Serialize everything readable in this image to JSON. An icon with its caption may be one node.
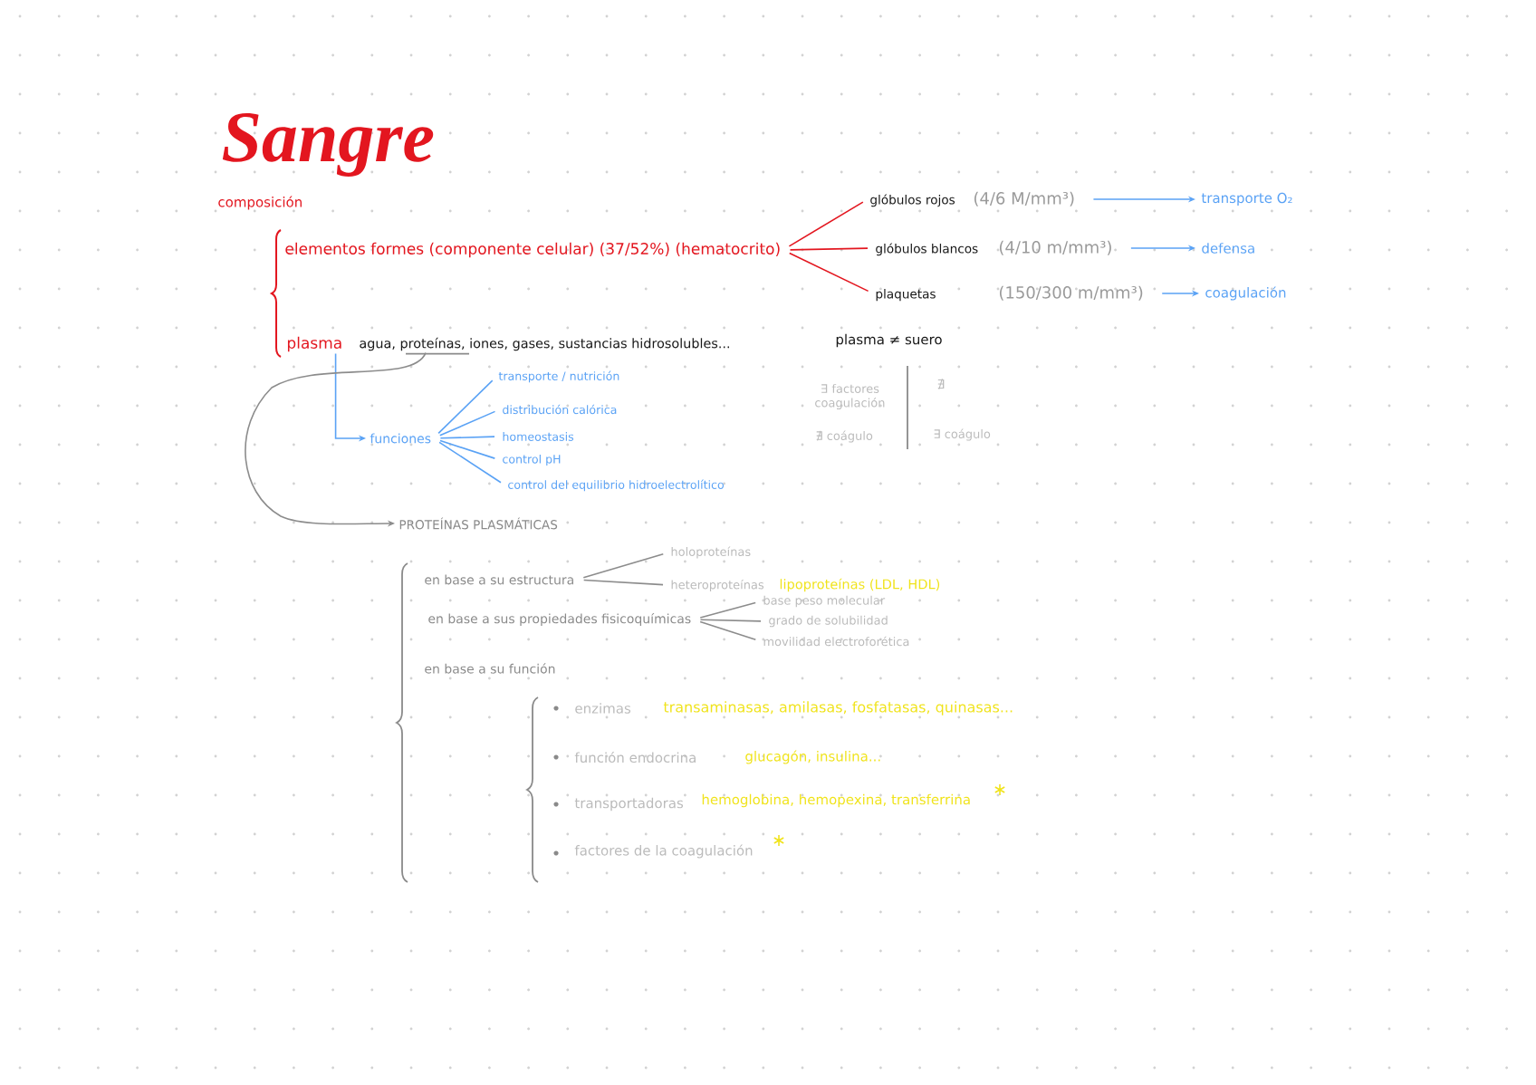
{
  "diagram": {
    "title": "Sangre",
    "nodes": [
      {
        "text": [
          "elementos formes (componente celular) (37/52%) (hematocrito)"
        ]
      },
      {
        "text": [
          "glóbulos rojos"
        ],
        "beside": [
          "(4/6 M/mm³)"
        ]
      },
      {
        "text": [
          "glóbulos blancos"
        ],
        "beside": [
          "(4/10 m/mm³)"
        ]
      },
      {
        "text": [
          "plaquetas"
        ],
        "beside": [
          "(150/300 m/mm³)"
        ]
      },
      {
        "text": [
          "transporte O₂"
        ]
      },
      {
        "text": [
          "defensa"
        ]
      },
      {
        "text": [
          "coagulación"
        ]
      },
      {
        "text": [
          "plasma"
        ]
      },
      {
        "text": [
          "agua, proteínas, iones, gases, sustancias hidrosolubles..."
        ]
      },
      {
        "text": [
          "funciones"
        ]
      },
      {
        "text": [
          "transporte / nutrición"
        ]
      },
      {
        "text": [
          "distribución calórica"
        ]
      },
      {
        "text": [
          "homeostasis"
        ]
      },
      {
        "text": [
          "control pH"
        ]
      },
      {
        "text": [
          "control del equilibrio hidroelectrolítico"
        ]
      },
      {
        "text": [
          "PROTEÍNAS PLASMÁTICAS"
        ]
      },
      {
        "text": [
          "en base a su estructura"
        ]
      },
      {
        "text": [
          "holoproteínas"
        ]
      },
      {
        "text": [
          "heteroproteínas"
        ],
        "beside": [
          "lipoproteínas (LDL, HDL)"
        ]
      },
      {
        "text": [
          "en base a sus propiedades fisicoquímicas"
        ]
      },
      {
        "text": [
          "base peso molecular"
        ]
      },
      {
        "text": [
          "grado de solubilidad"
        ]
      },
      {
        "text": [
          "movilidad electroforética"
        ]
      }
    ],
    "edges": [
      {
        "from": 0,
        "to": 1,
        "arrow": "none",
        "color": "#e3161f"
      },
      {
        "from": 0,
        "to": 2,
        "arrow": "none",
        "color": "#e3161f"
      },
      {
        "from": 0,
        "to": 3,
        "arrow": "none",
        "color": "#e3161f"
      },
      {
        "from": 1,
        "to": 4,
        "arrow": "to"
      },
      {
        "from": 2,
        "to": 5,
        "arrow": "to"
      },
      {
        "from": 3,
        "to": 6,
        "arrow": "to"
      },
      {
        "from": 7,
        "to": 9,
        "arrow": "to"
      },
      {
        "from": 8,
        "to": 15,
        "arrow": "to",
        "color": "#8c8c8c"
      },
      {
        "from": 9,
        "to": 10,
        "arrow": "none"
      },
      {
        "from": 9,
        "to": 11,
        "arrow": "none"
      },
      {
        "from": 9,
        "to": 12,
        "arrow": "none"
      },
      {
        "from": 9,
        "to": 13,
        "arrow": "none"
      },
      {
        "from": 9,
        "to": 14,
        "arrow": "none"
      },
      {
        "from": 16,
        "to": 17,
        "arrow": "none",
        "color": "#8c8c8c"
      },
      {
        "from": 16,
        "to": 18,
        "arrow": "none",
        "color": "#8c8c8c"
      },
      {
        "from": 19,
        "to": 20,
        "arrow": "none",
        "color": "#8c8c8c"
      },
      {
        "from": 19,
        "to": 21,
        "arrow": "none",
        "color": "#8c8c8c"
      },
      {
        "from": 19,
        "to": 22,
        "arrow": "none",
        "color": "#8c8c8c"
      }
    ],
    "labels": [
      "composición",
      "plasma ≠ suero",
      "∃ factores coagulación",
      "∄ coágulo",
      "∄",
      "∃ coágulo",
      "en base a su función",
      "enzimas",
      "transaminasas, amilasas, fosfatasas, quinasas...",
      "función endocrina",
      "glucagón, insulina...",
      "transportadoras",
      "hemoglobina, hemopexina, transferrina",
      "factores de la coagulación"
    ]
  }
}
